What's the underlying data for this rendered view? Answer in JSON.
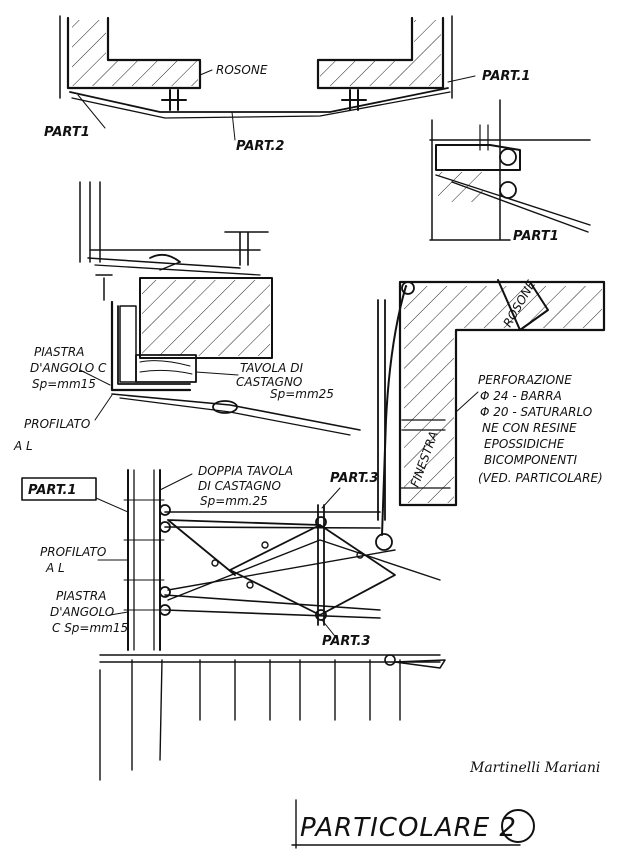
{
  "labels": {
    "rosone_top": "ROSONE",
    "part1_top_right": "PART.1",
    "part1_top_left": "PART1",
    "part2_top": "PART.2",
    "part1_detail": "PART1",
    "rosone_right": "ROSONE",
    "piastra_angolo_l1": "PIASTRA",
    "piastra_angolo_l2": "D'ANGOLO C",
    "piastra_angolo_l3": "Sp=mm15",
    "tavola_l1": "TAVOLA DI",
    "tavola_l2": "CASTAGNO",
    "tavola_l3": "Sp=mm25",
    "profilato_l1": "PROFILATO",
    "profilato_l2": "A L",
    "perforazione_l1": "PERFORAZIONE",
    "perforazione_l2": "Φ 24 - BARRA",
    "perforazione_l3": "Φ 20 - SATURARLO",
    "perforazione_l4": "NE CON RESINE",
    "perforazione_l5": "EPOSSIDICHE",
    "perforazione_l6": "BICOMPONENTI",
    "perforazione_l7": "(VED. PARTICOLARE)",
    "finestra": "FINESTRA",
    "part1_box": "PART.1",
    "doppia_l1": "DOPPIA TAVOLA",
    "doppia_l2": "DI CASTAGNO",
    "doppia_l3": "Sp=mm.25",
    "part3_top": "PART.3",
    "profilato2_l1": "PROFILATO",
    "profilato2_l2": "A L",
    "piastra2_l1": "PIASTRA",
    "piastra2_l2": "D'ANGOLO",
    "piastra2_l3": "C Sp=mm15",
    "part3_bottom": "PART.3",
    "signature": "Martinelli Mariani",
    "sheet_title": "PARTICOLARE 2"
  }
}
